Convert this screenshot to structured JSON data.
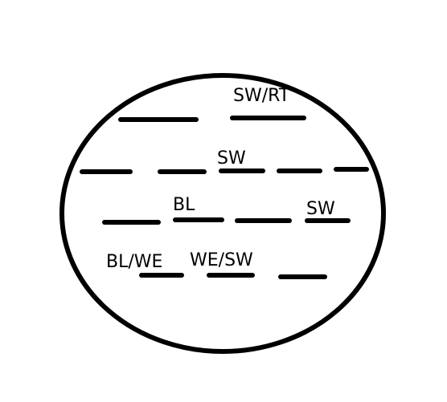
{
  "connector": {
    "stroke_color": "#000000",
    "background_color": "#ffffff"
  },
  "labels": {
    "sw_rt": "SW/RT",
    "sw_row2": "SW",
    "bl": "BL",
    "sw_row3": "SW",
    "bl_we": "BL/WE",
    "we_sw": "WE/SW"
  }
}
